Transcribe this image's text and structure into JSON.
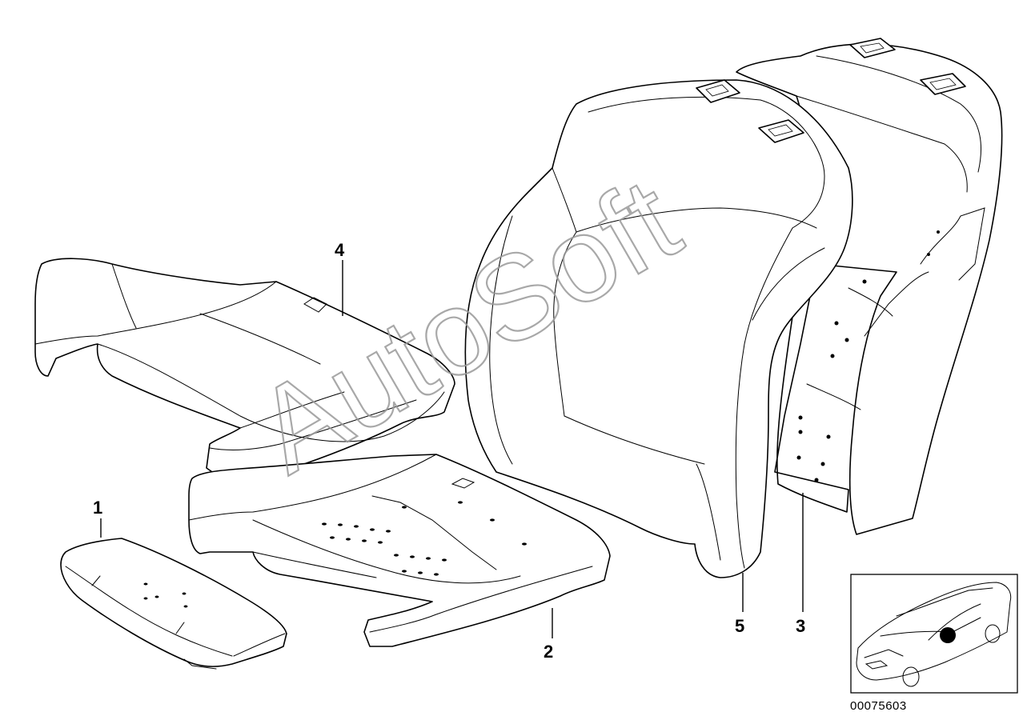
{
  "diagram": {
    "callouts": [
      {
        "id": "c1",
        "label": "1"
      },
      {
        "id": "c2",
        "label": "2"
      },
      {
        "id": "c3",
        "label": "3"
      },
      {
        "id": "c4",
        "label": "4"
      },
      {
        "id": "c5",
        "label": "5"
      }
    ],
    "part_number": "00075603",
    "watermark": "AutoSoft",
    "thumbnail": {
      "icon": "car-location-icon",
      "marker_color": "#000000"
    }
  },
  "colors": {
    "line": "#000000",
    "background": "#ffffff",
    "watermark": "#9a9a9a"
  }
}
